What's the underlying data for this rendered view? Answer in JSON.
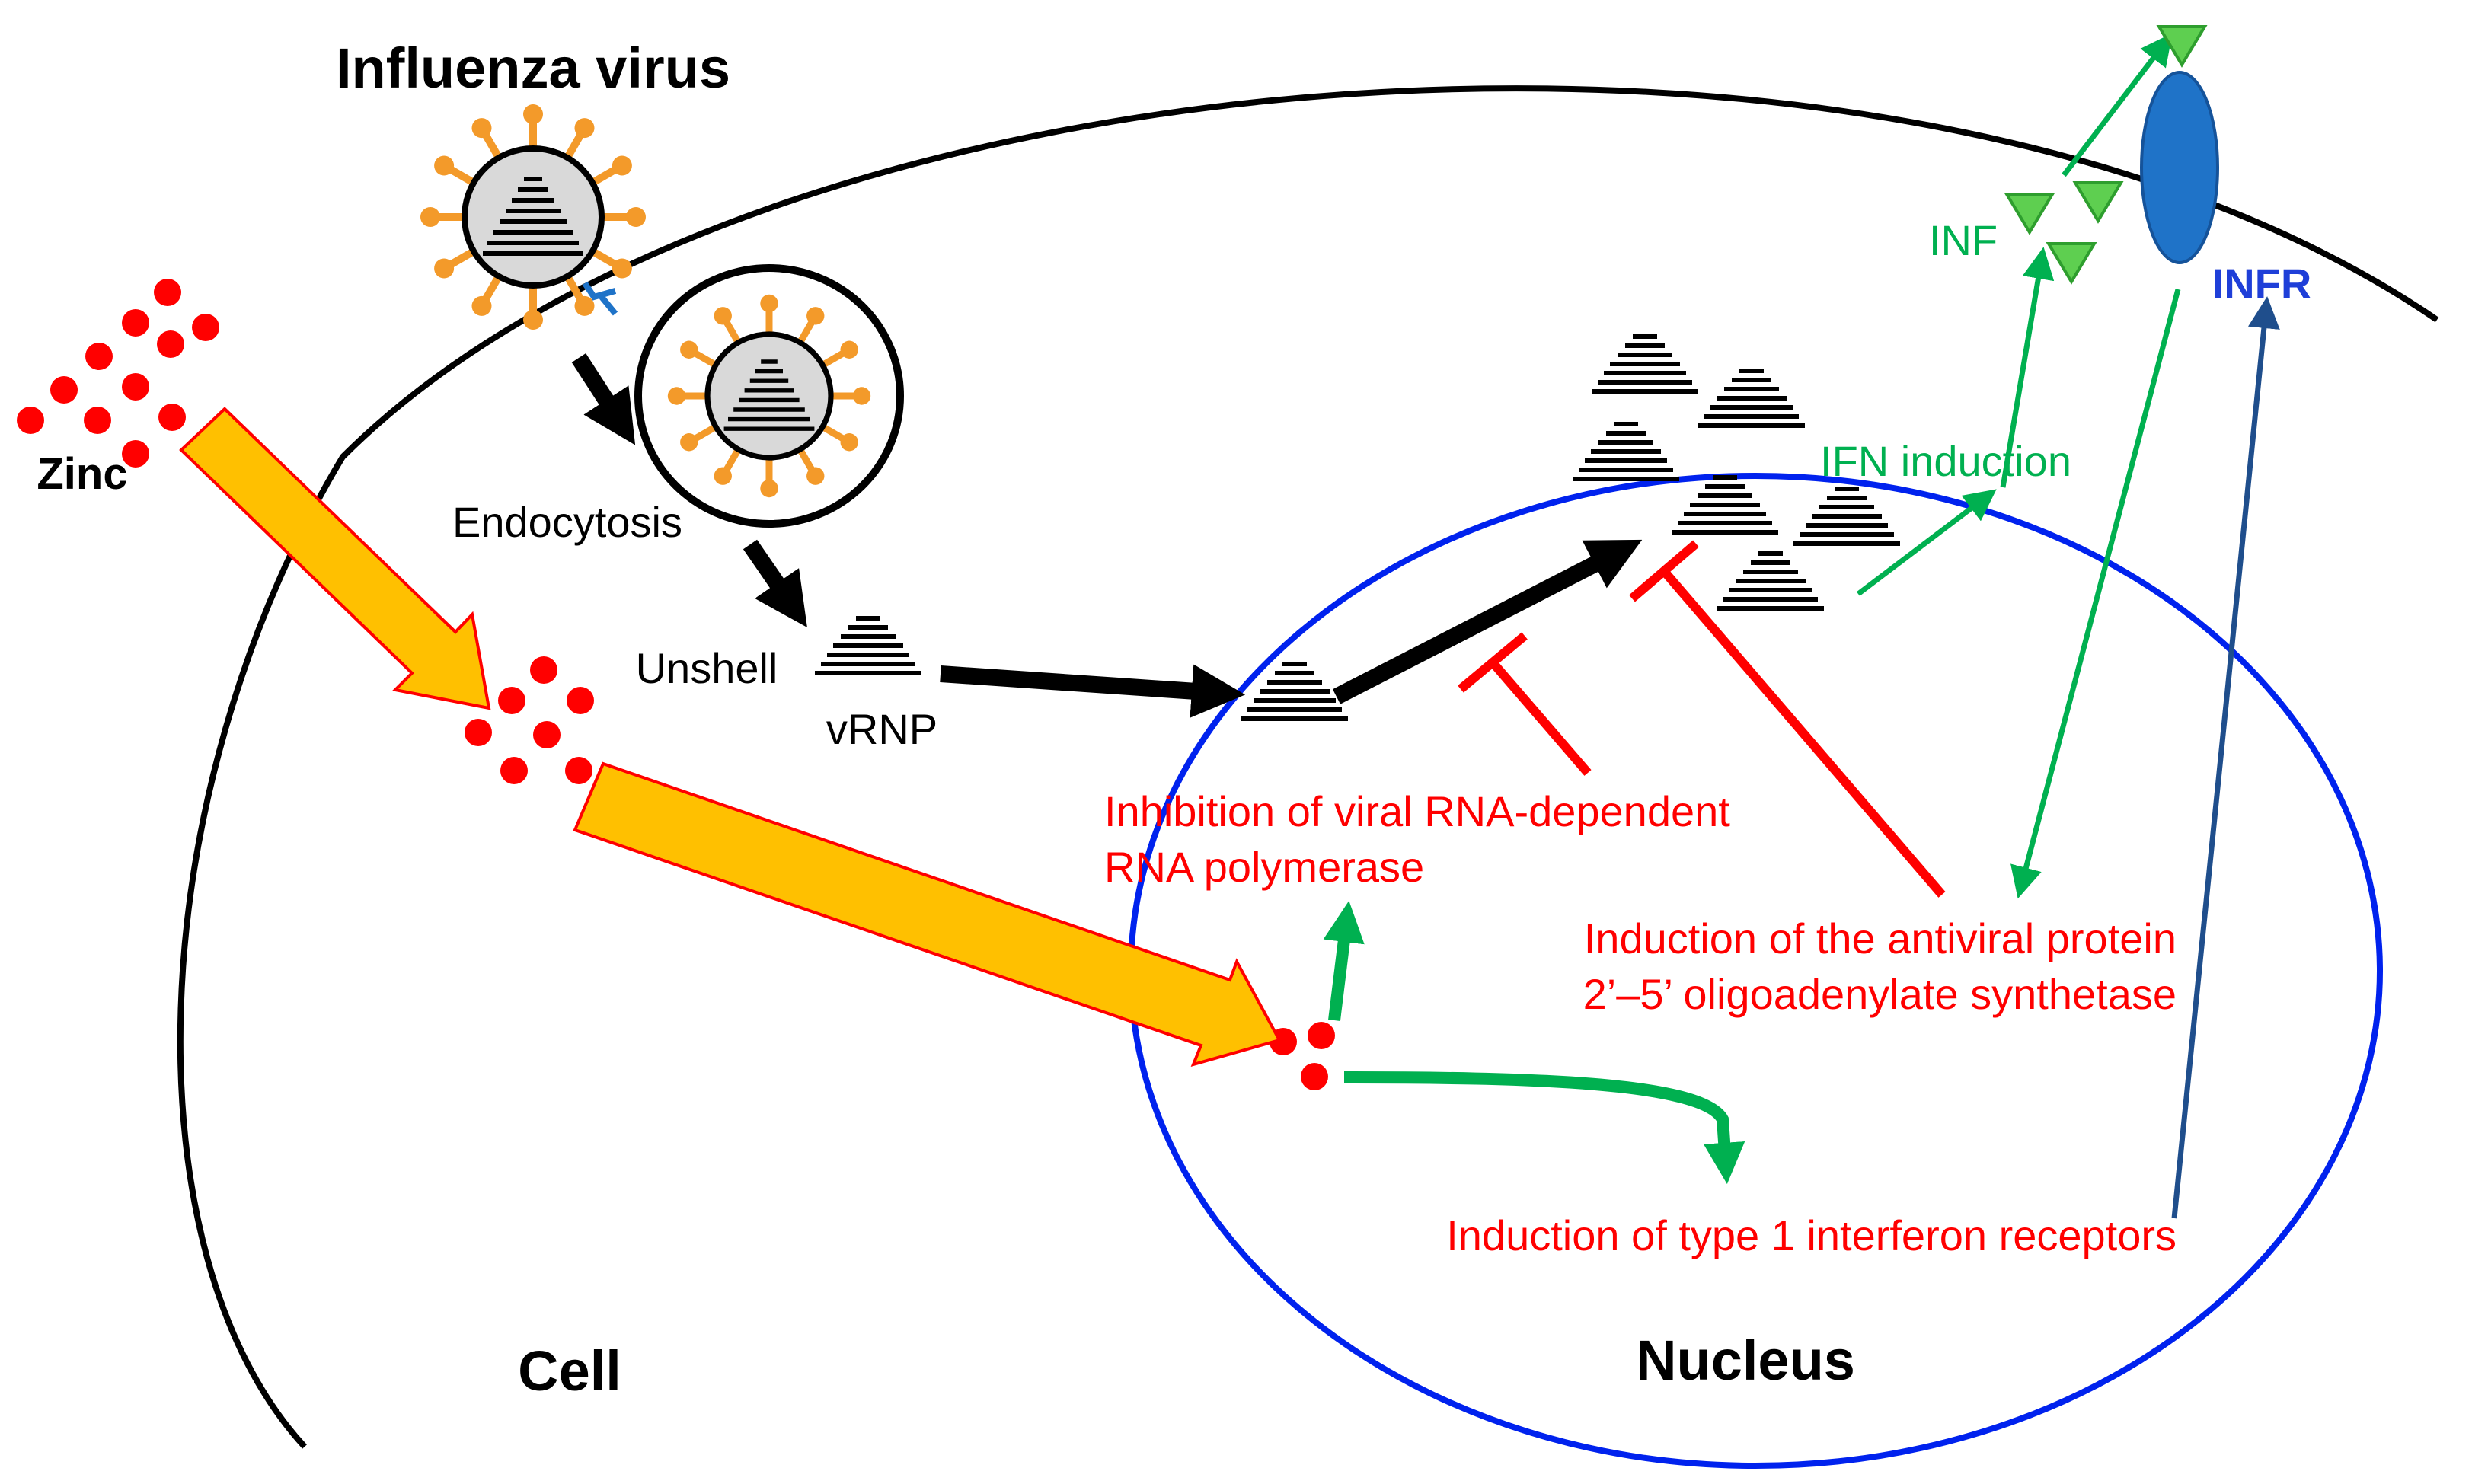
{
  "labels": {
    "influenza_virus": "Influenza virus",
    "zinc": "Zinc",
    "endocytosis": "Endocytosis",
    "unshell": "Unshell",
    "vrnp": "vRNP",
    "inf": "INF",
    "infr": "INFR",
    "ifn_induction": "IFN induction",
    "inhibition_line1": "Inhibition of viral RNA-dependent",
    "inhibition_line2": "RNA polymerase",
    "induction_antiviral_line1": "Induction of the antiviral protein",
    "induction_antiviral_line2": "2’–5’ oligoadenylate synthetase",
    "induction_receptors": "Induction of type 1 interferon receptors",
    "cell": "Cell",
    "nucleus": "Nucleus"
  },
  "colors": {
    "black": "#000000",
    "red": "#ff0000",
    "green": "#00b050",
    "blue_nucleus": "#0022ee",
    "receptor_blue": "#1f73c8",
    "infr_text": "#1f3fd8",
    "navy_arrow": "#1f4e8c",
    "zinc_dot": "#ff0000",
    "orange_arrow": "#ffc000",
    "virus_spike": "#f39a2a",
    "virion_fill": "#d9d9d9",
    "inf_triangle": "#5ecf50"
  }
}
